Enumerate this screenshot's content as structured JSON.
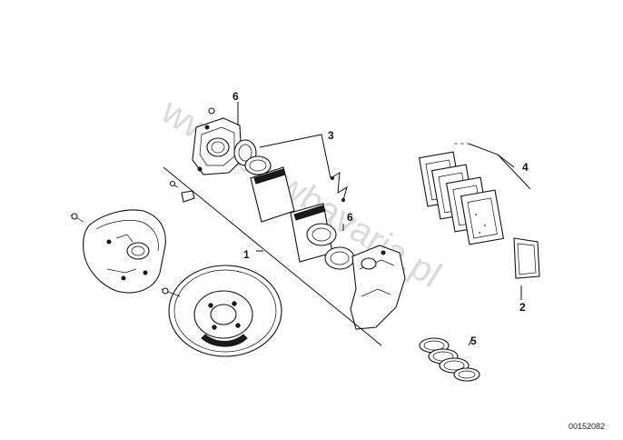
{
  "watermark": "www.bmwbavaria.pl",
  "document_number": "00152082",
  "callouts": {
    "brake_disc_assembly": "1",
    "brake_pad_single": "2",
    "pad_set_with_spring": "3",
    "brake_pad_set": "4",
    "piston_seal_kit": "5",
    "piston_upper": "6",
    "piston_lower": "6"
  }
}
